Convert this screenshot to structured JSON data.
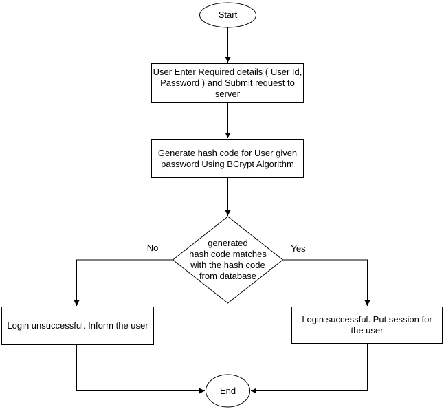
{
  "diagram": {
    "type": "flowchart",
    "nodes": {
      "start": {
        "shape": "terminator-oval",
        "label": "Start"
      },
      "enter_details": {
        "shape": "process-rect",
        "label": "User Enter Required details ( User Id,\nPassword ) and Submit request to\nserver"
      },
      "generate_hash": {
        "shape": "process-rect",
        "label": "Generate hash code for User given\npassword Using BCrypt Algorithm"
      },
      "decision": {
        "shape": "decision-diamond",
        "label": "generated\nhash code matches\nwith the hash code\nfrom database"
      },
      "login_unsuccessful": {
        "shape": "process-rect",
        "label": "Login unsuccessful. Inform the user"
      },
      "login_successful": {
        "shape": "process-rect",
        "label": "Login successful. Put session for\nthe user"
      },
      "end": {
        "shape": "terminator-oval",
        "label": "End"
      }
    },
    "edges": [
      {
        "from": "start",
        "to": "enter_details",
        "label": ""
      },
      {
        "from": "enter_details",
        "to": "generate_hash",
        "label": ""
      },
      {
        "from": "generate_hash",
        "to": "decision",
        "label": ""
      },
      {
        "from": "decision",
        "to": "login_unsuccessful",
        "label": "No"
      },
      {
        "from": "decision",
        "to": "login_successful",
        "label": "Yes"
      },
      {
        "from": "login_unsuccessful",
        "to": "end",
        "label": ""
      },
      {
        "from": "login_successful",
        "to": "end",
        "label": ""
      }
    ],
    "colors": {
      "line": "#000000",
      "text": "#000000",
      "shape_fill": "#ffffff",
      "background": "#ffffff"
    }
  }
}
